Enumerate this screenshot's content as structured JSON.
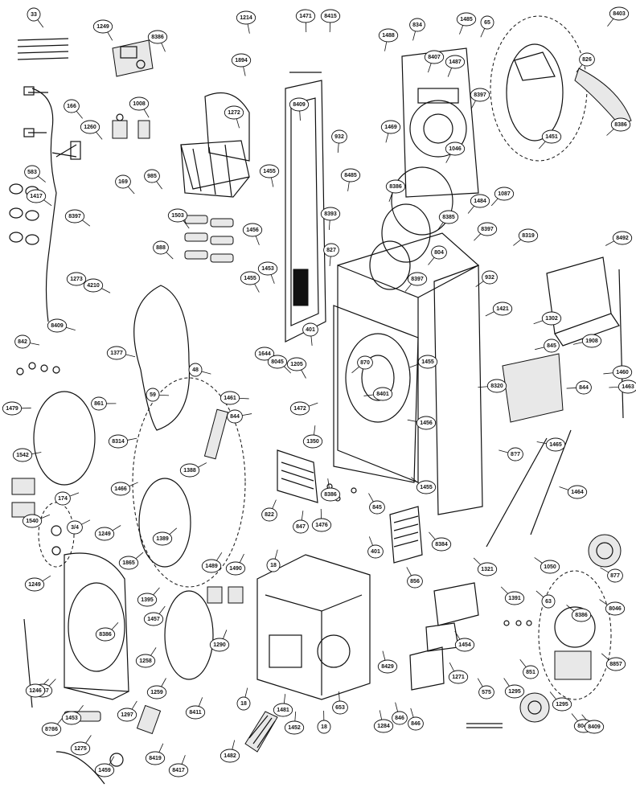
{
  "diagram": {
    "callouts": [
      "33",
      "1249",
      "8386",
      "1214",
      "1894",
      "1471",
      "8415",
      "1488",
      "834",
      "8407",
      "1485",
      "65",
      "1487",
      "8397",
      "826",
      "8403",
      "8386",
      "166",
      "1008",
      "1260",
      "1272",
      "8409",
      "8386",
      "932",
      "1455",
      "1469",
      "1046",
      "1451",
      "583",
      "1417",
      "8397",
      "1273",
      "169",
      "985",
      "888",
      "1503",
      "8393",
      "8485",
      "1456",
      "827",
      "1453",
      "1484",
      "8397",
      "804",
      "8385",
      "1087",
      "8319",
      "8492",
      "4210",
      "1377",
      "8409",
      "842",
      "59",
      "1455",
      "401",
      "8397",
      "932",
      "1421",
      "1302",
      "1908",
      "845",
      "844",
      "1460",
      "1463",
      "1479",
      "861",
      "8314",
      "1542",
      "48",
      "1461",
      "844",
      "1388",
      "1644",
      "8045",
      "1205",
      "870",
      "8401",
      "1455",
      "1472",
      "8320",
      "1456",
      "1350",
      "174",
      "3/4",
      "1540",
      "1466",
      "1249",
      "1865",
      "1389",
      "822",
      "8386",
      "847",
      "1476",
      "845",
      "8384",
      "1465",
      "1464",
      "8?7",
      "1455",
      "1249",
      "1395",
      "1457",
      "8386",
      "18",
      "1489",
      "1490",
      "401",
      "856",
      "1321",
      "1050",
      "877",
      "1391",
      "63",
      "8386",
      "8046",
      "1258",
      "1290",
      "1259",
      "1297",
      "8411",
      "18",
      "1481",
      "1452",
      "18",
      "1247",
      "8429",
      "653",
      "1284",
      "846",
      "846",
      "1454",
      "1271",
      "851",
      "1295",
      "1295",
      "8857",
      "575",
      "1246",
      "1453",
      "8?86",
      "1275",
      "1459",
      "8419",
      "8417",
      "1482",
      "8048",
      "8409"
    ]
  }
}
